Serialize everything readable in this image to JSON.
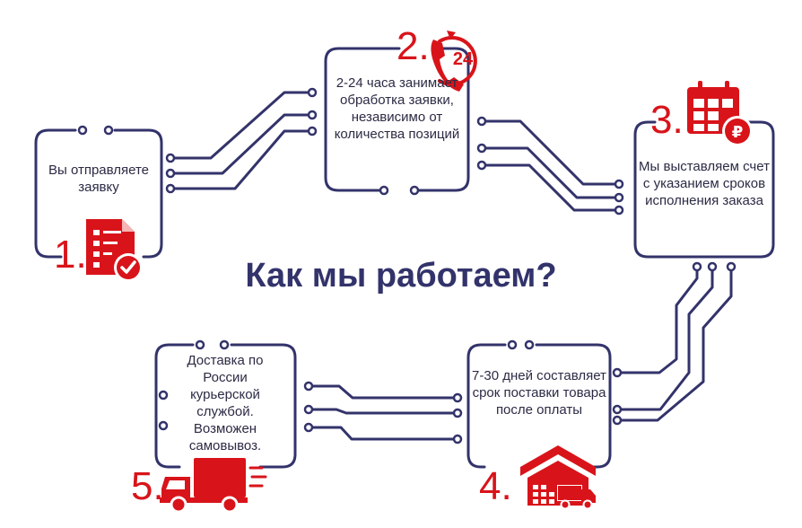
{
  "title": "Как мы работаем?",
  "steps": [
    {
      "number": "1.",
      "text": "Вы отправляете заявку",
      "icon": "document-check-icon"
    },
    {
      "number": "2.",
      "text": "2-24 часа занимает обработка заявки, независимо от количества позиций",
      "icon": "phone-24-icon",
      "badge": "24"
    },
    {
      "number": "3.",
      "text": "Мы выставляем счет с указанием сроков исполнения заказа",
      "icon": "calendar-ruble-icon",
      "badge": "₽"
    },
    {
      "number": "4.",
      "text": "7-30 дней составляет срок поставки товара после оплаты",
      "icon": "warehouse-truck-icon"
    },
    {
      "number": "5.",
      "text": "Доставка по России курьерской службой. Возможен самовывоз.",
      "icon": "delivery-truck-icon"
    }
  ],
  "colors": {
    "accent": "#d8141a",
    "line": "#33336b",
    "text": "#2b2b45",
    "title": "#33336b"
  }
}
